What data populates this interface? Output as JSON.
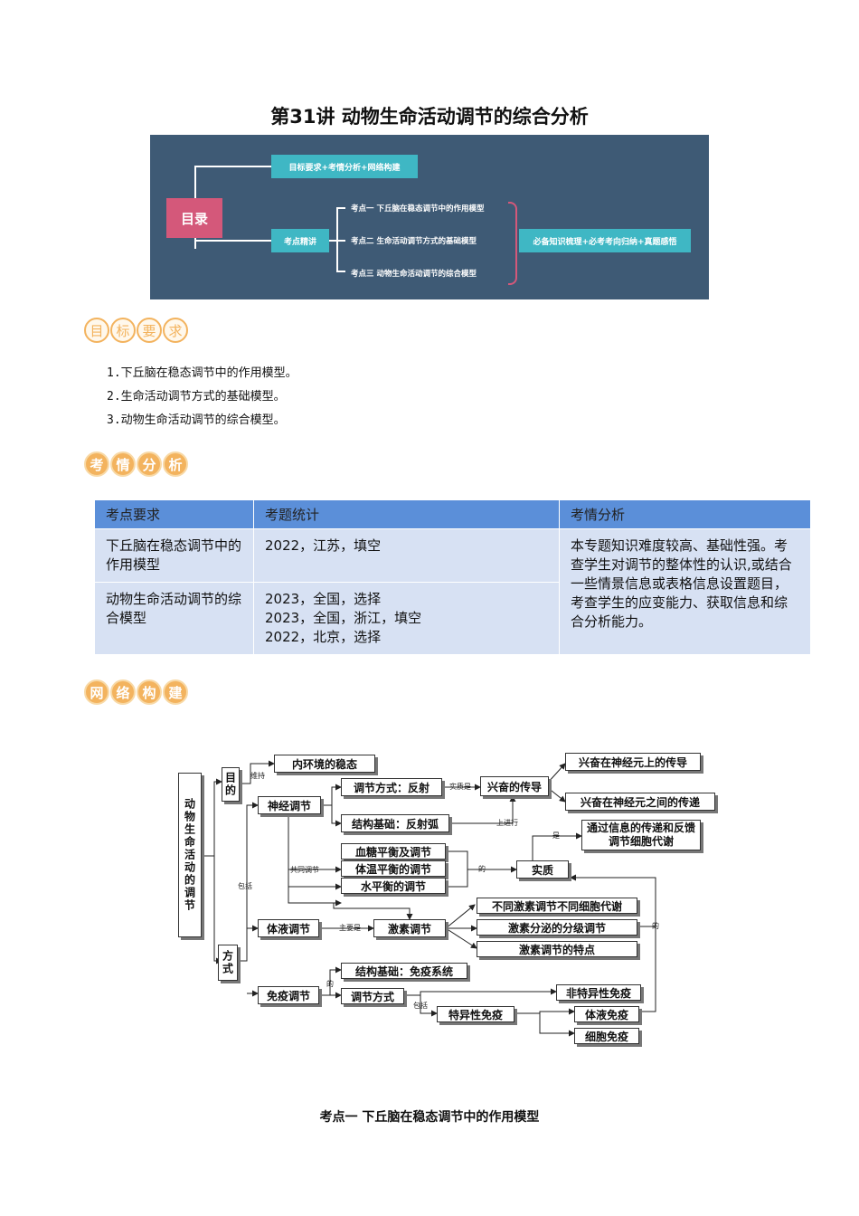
{
  "title": "第31讲  动物生命活动调节的综合分析",
  "toc": {
    "root": "目录",
    "top_item": "目标要求+考情分析+网络构建",
    "mid_item": "考点精讲",
    "points": [
      "考点一  下丘脑在稳态调节中的作用模型",
      "考点二  生命活动调节方式的基础模型",
      "考点三  动物生命活动调节的综合模型"
    ],
    "right_item": "必备知识梳理+必考考向归纳+真题感悟"
  },
  "sections": {
    "goals": [
      "目",
      "标",
      "要",
      "求"
    ],
    "analysis": [
      "考",
      "情",
      "分",
      "析"
    ],
    "network": [
      "网",
      "络",
      "构",
      "建"
    ]
  },
  "goals": [
    "1.下丘脑在稳态调节中的作用模型。",
    "2.生命活动调节方式的基础模型。",
    "3.动物生命活动调节的综合模型。"
  ],
  "table": {
    "headers": [
      "考点要求",
      "考题统计",
      "考情分析"
    ],
    "rows": [
      {
        "req": "下丘脑在稳态调节中的作用模型",
        "stats": [
          "2022，江苏，填空"
        ]
      },
      {
        "req": "动物生命活动调节的综合模型",
        "stats": [
          "2023，全国，选择",
          "2023，全国，浙江，填空",
          "2022，北京，选择"
        ]
      }
    ],
    "analysis": "本专题知识难度较高、基础性强。考查学生对调节的整体性的认识,或结合一些情景信息或表格信息设置题目，考查学生的应变能力、获取信息和综合分析能力。"
  },
  "map": {
    "root": "动物生命活动的调节",
    "purpose": "目的",
    "method": "方式",
    "homeostasis": "内环境的稳态",
    "neural": "神经调节",
    "humoral": "体液调节",
    "immune": "免疫调节",
    "reflex_mode": "调节方式：反射",
    "reflex_arc": "结构基础：反射弧",
    "excitation": "兴奋的传导",
    "on_neuron": "兴奋在神经元上的传导",
    "between_neuron": "兴奋在神经元之间的传递",
    "sugar": "血糖平衡及调节",
    "temp": "体温平衡的调节",
    "water": "水平衡的调节",
    "essence": "实质",
    "info": "通过信息的传递和反馈调节细胞代谢",
    "hormone": "激素调节",
    "h1": "不同激素调节不同细胞代谢",
    "h2": "激素分泌的分级调节",
    "h3": "激素调节的特点",
    "imm_base": "结构基础：免疫系统",
    "imm_mode": "调节方式",
    "nonspec": "非特异性免疫",
    "spec": "特异性免疫",
    "humoral_imm": "体液免疫",
    "cell_imm": "细胞免疫",
    "labels": {
      "maintain": "维持",
      "essence_is": "实质是",
      "proceed": "上进行",
      "common": "共同调节",
      "of": "的",
      "is": "是",
      "include": "包括",
      "mainly": "主要是",
      "of2": "的",
      "of3": "的",
      "include2": "包括"
    }
  },
  "footer": "考点一    下丘脑在稳态调节中的作用模型"
}
